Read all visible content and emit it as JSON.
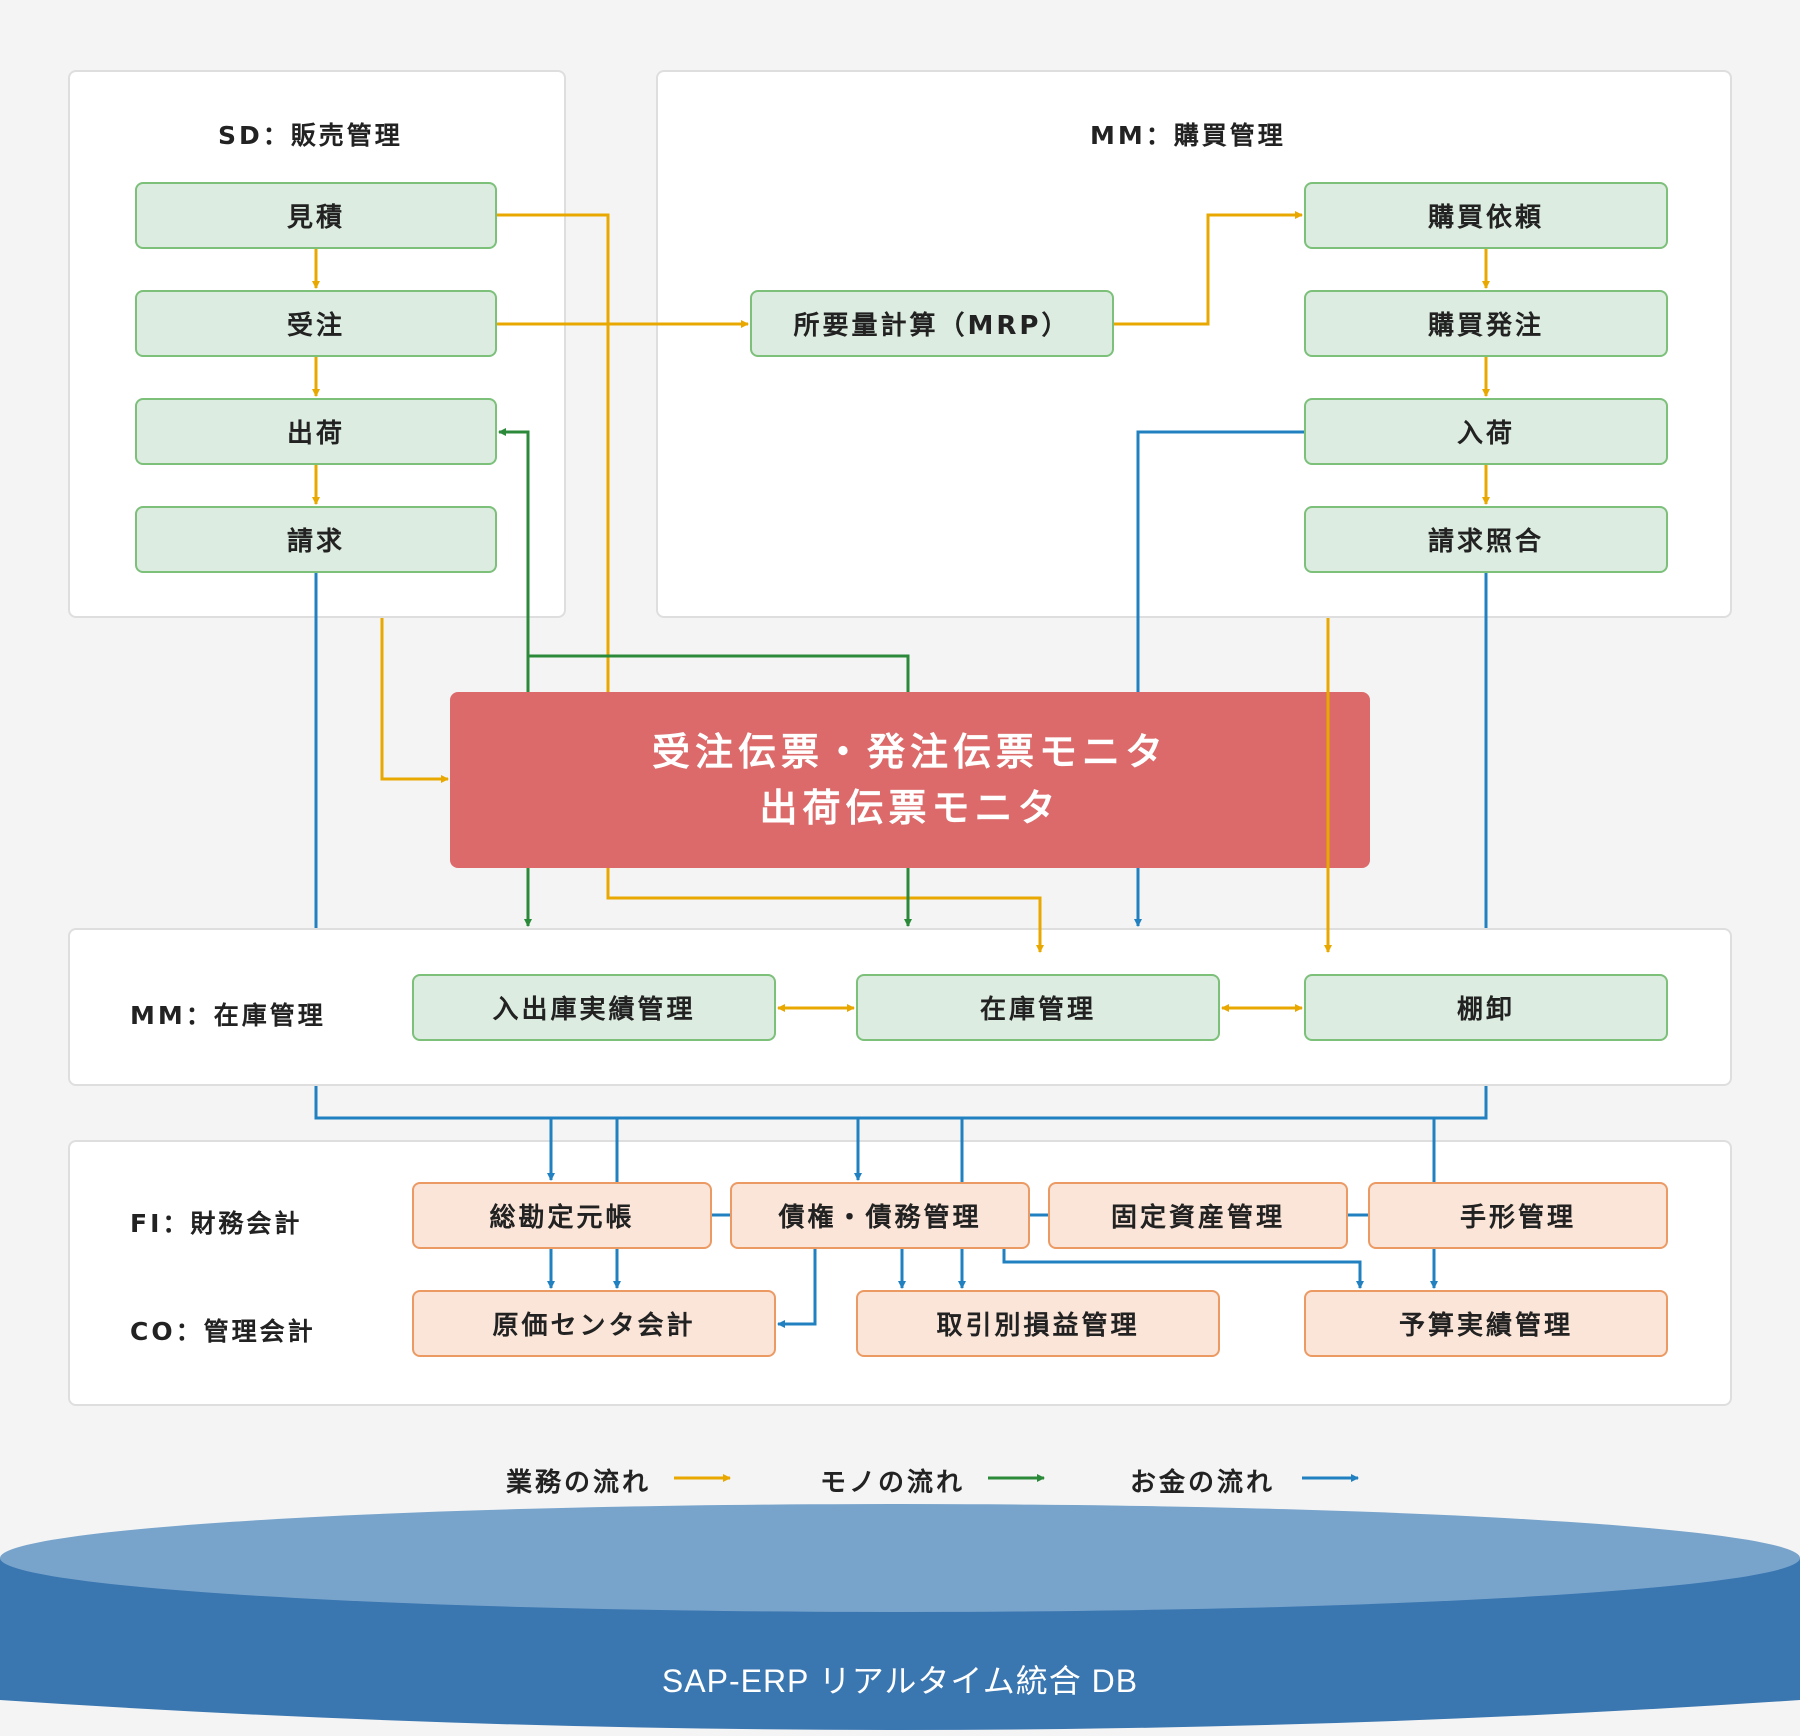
{
  "sections": {
    "sd": "SD：販売管理",
    "mm_purchase": "MM：購買管理",
    "mm_inventory": "MM：在庫管理",
    "fi": "FI：財務会計",
    "co": "CO：管理会計"
  },
  "sd_boxes": [
    "見積",
    "受注",
    "出荷",
    "請求"
  ],
  "mrp": "所要量計算（MRP）",
  "mm_boxes": [
    "購買依頼",
    "購買発注",
    "入荷",
    "請求照合"
  ],
  "monitor": {
    "line1": "受注伝票・発注伝票モニタ",
    "line2": "出荷伝票モニタ"
  },
  "inventory_boxes": [
    "入出庫実績管理",
    "在庫管理",
    "棚卸"
  ],
  "fi_boxes": [
    "総勘定元帳",
    "債権・債務管理",
    "固定資産管理",
    "手形管理"
  ],
  "co_boxes": [
    "原価センタ会計",
    "取引別損益管理",
    "予算実績管理"
  ],
  "legend": {
    "business": "業務の流れ",
    "goods": "モノの流れ",
    "money": "お金の流れ"
  },
  "colors": {
    "business": "#e8a800",
    "goods": "#2b8a3a",
    "money": "#2080c0",
    "monitor": "#dc6a6a"
  },
  "db": "SAP-ERP リアルタイム統合 DB"
}
